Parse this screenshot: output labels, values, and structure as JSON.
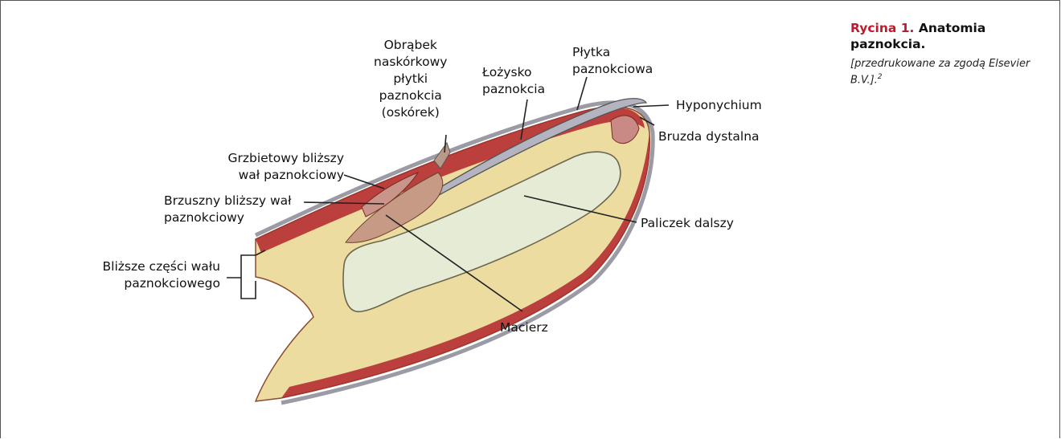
{
  "caption": {
    "figure_number": "Rycina 1.",
    "title": "Anatomia paznokcia.",
    "note": "[przedrukowane za zgodą Elsevier B.V.].",
    "reference": "2"
  },
  "labels": {
    "cuticle": [
      "Obrąbek",
      "naskórkowy",
      "płytki",
      "paznokcia",
      "(oskórek)"
    ],
    "nail_bed": [
      "Łożysko",
      "paznokcia"
    ],
    "nail_plate": [
      "Płytka",
      "paznokciowa"
    ],
    "hyponychium": "Hyponychium",
    "distal_groove": "Bruzda dystalna",
    "dorsal_fold": [
      "Grzbietowy bliższy",
      "wał paznokciowy"
    ],
    "ventral_fold": [
      "Brzuszny bliższy wał",
      "paznokciowy"
    ],
    "proximal_fold": [
      "Bliższe części wału",
      "paznokciowego"
    ],
    "distal_phalanx": "Paliczek dalszy",
    "matrix": "Macierz"
  },
  "colors": {
    "accent": "#c0182c",
    "fat": "#ecdca0",
    "muscle": "#b3232a",
    "skin": "#a8a8b2",
    "bone": "#e6ebd6",
    "matrix_tissue": "#c69a84"
  }
}
